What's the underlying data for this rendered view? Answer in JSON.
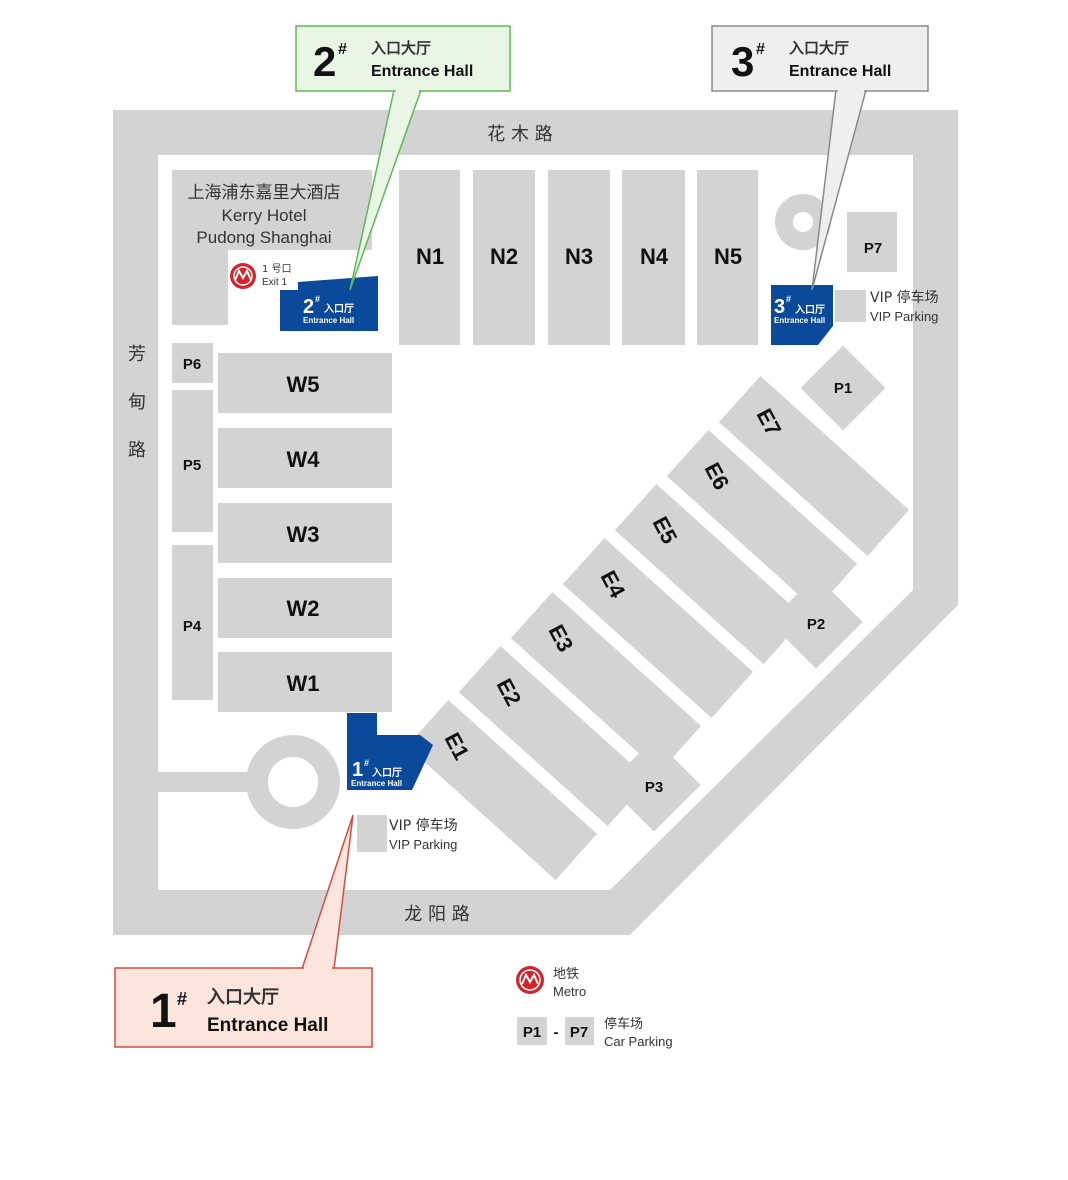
{
  "callouts": {
    "hall1": {
      "number": "1",
      "mark": "#",
      "cn": "入口大厅",
      "en": "Entrance Hall",
      "fill": "#fbe5dd",
      "stroke": "#cf4f43"
    },
    "hall2": {
      "number": "2",
      "mark": "#",
      "cn": "入口大厅",
      "en": "Entrance Hall",
      "fill": "#e9f6e5",
      "stroke": "#5db857"
    },
    "hall3": {
      "number": "3",
      "mark": "#",
      "cn": "入口大厅",
      "en": "Entrance Hall",
      "fill": "#efefef",
      "stroke": "#8a8a8a"
    }
  },
  "roads": {
    "north": "花 木 路",
    "south": "龙 阳 路",
    "west": [
      "芳",
      "甸",
      "路"
    ]
  },
  "hotel": {
    "cn": "上海浦东嘉里大酒店",
    "en1": "Kerry Hotel",
    "en2": "Pudong Shanghai"
  },
  "metro_exit": {
    "cn": "1 号口",
    "en": "Exit 1"
  },
  "halls": {
    "north": [
      "N1",
      "N2",
      "N3",
      "N4",
      "N5"
    ],
    "west": [
      "W5",
      "W4",
      "W3",
      "W2",
      "W1"
    ],
    "east": [
      "E1",
      "E2",
      "E3",
      "E4",
      "E5",
      "E6",
      "E7"
    ]
  },
  "entrances": {
    "e1": {
      "number": "1",
      "mark": "#",
      "cn": "入口厅",
      "en": "Entrance Hall"
    },
    "e2": {
      "number": "2",
      "mark": "#",
      "cn": "入口厅",
      "en": "Entrance Hall"
    },
    "e3": {
      "number": "3",
      "mark": "#",
      "cn": "入口厅",
      "en": "Entrance Hall"
    }
  },
  "parking": [
    "P1",
    "P2",
    "P3",
    "P4",
    "P5",
    "P6",
    "P7"
  ],
  "vip_parking": {
    "cn": "VIP 停车场",
    "en": "VIP Parking"
  },
  "legend": {
    "metro_cn": "地铁",
    "metro_en": "Metro",
    "parking_from": "P1",
    "dash": "-",
    "parking_to": "P7",
    "parking_cn": "停车场",
    "parking_en": "Car Parking"
  },
  "colors": {
    "hall_blue": "#0b4a9b",
    "block_gray": "#d3d3d3",
    "metro_red": "#d4242a"
  }
}
